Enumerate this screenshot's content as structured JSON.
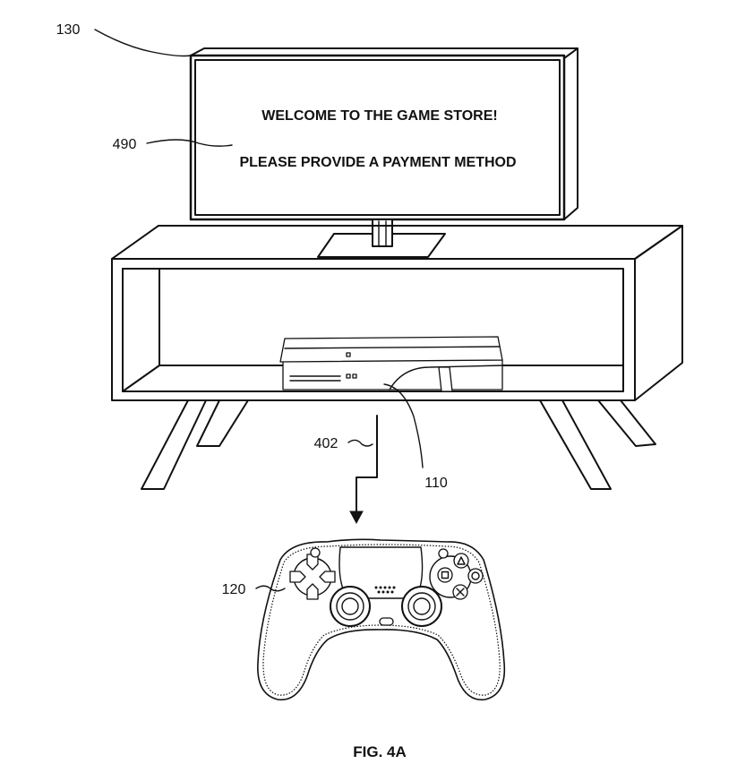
{
  "screen": {
    "line1": "WELCOME TO THE GAME STORE!",
    "line2": "PLEASE PROVIDE A PAYMENT METHOD"
  },
  "refs": {
    "display": "130",
    "display_message": "490",
    "console": "110",
    "wireless_signal": "402",
    "controller": "120"
  },
  "figure_label": "FIG. 4A"
}
